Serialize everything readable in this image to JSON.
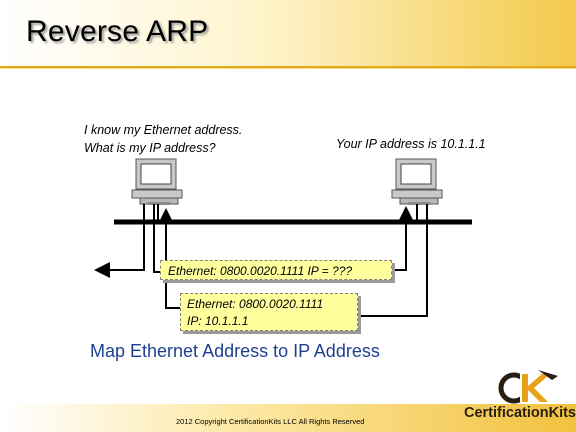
{
  "slide": {
    "title": "Reverse ARP",
    "subtitle": "Map Ethernet Address to IP Address",
    "copyright": "2012 Copyright CertificationKits LLC All Rights Reserved"
  },
  "hosts": {
    "left": {
      "caption_line1": "I know my Ethernet address.",
      "caption_line2": "What is my IP address?"
    },
    "right": {
      "caption": "Your IP address is 10.1.1.1"
    }
  },
  "messages": {
    "request": "Ethernet: 0800.0020.1111  IP = ???",
    "reply_line1": "Ethernet: 0800.0020.1111",
    "reply_line2": "IP: 10.1.1.1"
  },
  "logo": {
    "wordmark": "CertificationKits",
    "mark_letter": "K"
  },
  "colors": {
    "accent_gold": "#f3c94a",
    "note_yellow": "#ffff9e",
    "subtitle_blue": "#1f3f8f"
  }
}
